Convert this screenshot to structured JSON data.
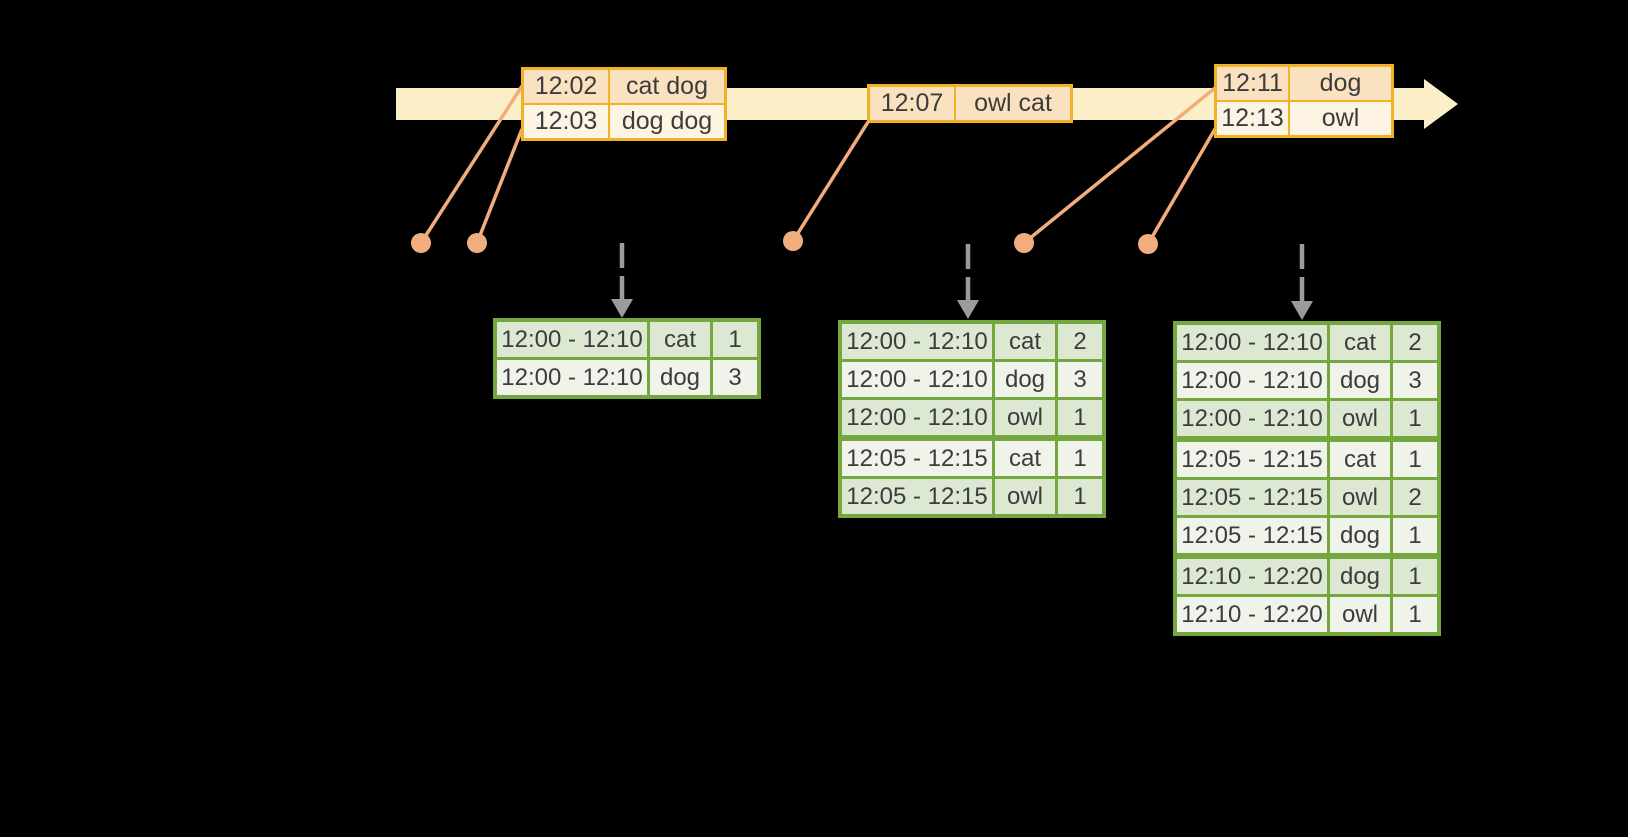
{
  "diagram": {
    "description_visible": false
  },
  "colors": {
    "background": "#000000",
    "timeline_fill": "#FBEFC7",
    "event_border": "#F2B228",
    "event_row_dark": "#FAE2C0",
    "event_row_light": "#FDF4E4",
    "result_border": "#74A83E",
    "result_row_dark": "#DCE8D2",
    "result_row_light": "#EFF3EA",
    "dot_color": "#F2AD7E",
    "arrow_gray": "#9B9B9B",
    "text": "#3C3C3C"
  },
  "event_tables": [
    {
      "rows": [
        {
          "time": "12:02",
          "words": "cat dog"
        },
        {
          "time": "12:03",
          "words": "dog dog"
        }
      ]
    },
    {
      "rows": [
        {
          "time": "12:07",
          "words": "owl cat"
        }
      ]
    },
    {
      "rows": [
        {
          "time": "12:11",
          "words": "dog"
        },
        {
          "time": "12:13",
          "words": "owl"
        }
      ]
    }
  ],
  "result_tables": [
    {
      "rows": [
        {
          "window": "12:00 - 12:10",
          "word": "cat",
          "count": "1"
        },
        {
          "window": "12:00 - 12:10",
          "word": "dog",
          "count": "3"
        }
      ]
    },
    {
      "rows": [
        {
          "window": "12:00 - 12:10",
          "word": "cat",
          "count": "2"
        },
        {
          "window": "12:00 - 12:10",
          "word": "dog",
          "count": "3"
        },
        {
          "window": "12:00 - 12:10",
          "word": "owl",
          "count": "1"
        },
        {
          "window": "12:05 - 12:15",
          "word": "cat",
          "count": "1"
        },
        {
          "window": "12:05 - 12:15",
          "word": "owl",
          "count": "1"
        }
      ]
    },
    {
      "rows": [
        {
          "window": "12:00 - 12:10",
          "word": "cat",
          "count": "2"
        },
        {
          "window": "12:00 - 12:10",
          "word": "dog",
          "count": "3"
        },
        {
          "window": "12:00 - 12:10",
          "word": "owl",
          "count": "1"
        },
        {
          "window": "12:05 - 12:15",
          "word": "cat",
          "count": "1"
        },
        {
          "window": "12:05 - 12:15",
          "word": "owl",
          "count": "2"
        },
        {
          "window": "12:05 - 12:15",
          "word": "dog",
          "count": "1"
        },
        {
          "window": "12:10 - 12:20",
          "word": "dog",
          "count": "1"
        },
        {
          "window": "12:10 - 12:20",
          "word": "owl",
          "count": "1"
        }
      ]
    }
  ]
}
